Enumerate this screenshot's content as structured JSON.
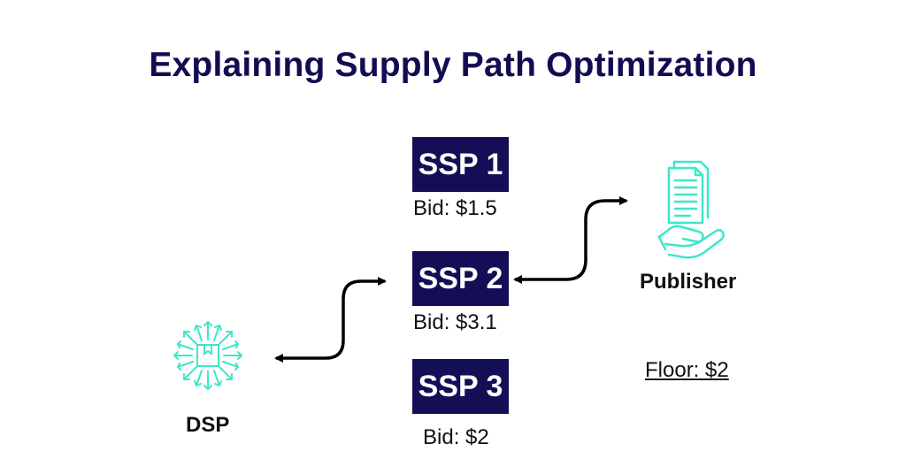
{
  "title": "Explaining Supply Path Optimization",
  "ssps": [
    {
      "label": "SSP 1",
      "bid": "Bid: $1.5"
    },
    {
      "label": "SSP 2",
      "bid": "Bid: $3.1"
    },
    {
      "label": "SSP 3",
      "bid": "Bid: $2"
    }
  ],
  "dsp": {
    "label": "DSP",
    "icon": "box-broadcast-icon"
  },
  "publisher": {
    "label": "Publisher",
    "icon": "document-hand-icon"
  },
  "floor": "Floor: $2",
  "colors": {
    "ssp_box": "#130e55",
    "title": "#120d52",
    "icon": "#3ee6c8",
    "arrow": "#000000"
  }
}
